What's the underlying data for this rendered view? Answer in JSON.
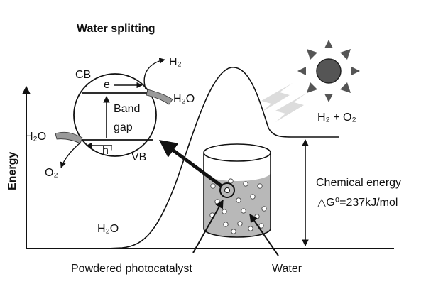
{
  "title": "Water splitting",
  "axis_label": "Energy",
  "band": {
    "cb": "CB",
    "vb": "VB",
    "electron": "e⁻",
    "hole": "h⁺",
    "band_line1": "Band",
    "band_line2": "gap"
  },
  "species": {
    "h2_top": "H₂",
    "h2o_right": "H₂O",
    "h2o_left": "H₂O",
    "o2": "O₂",
    "h2o_bottom": "H₂O",
    "products": "H₂ + O₂"
  },
  "energy": {
    "label": "Chemical energy",
    "value": "△G⁰=237kJ/mol"
  },
  "labels": {
    "photocatalyst": "Powdered photocatalyst",
    "water": "Water"
  },
  "colors": {
    "photocatalyst_label": "#8c8c8c",
    "water_fill": "#b8b8b8",
    "sun_fill": "#555555",
    "ray_fill": "#d6d6d6"
  }
}
